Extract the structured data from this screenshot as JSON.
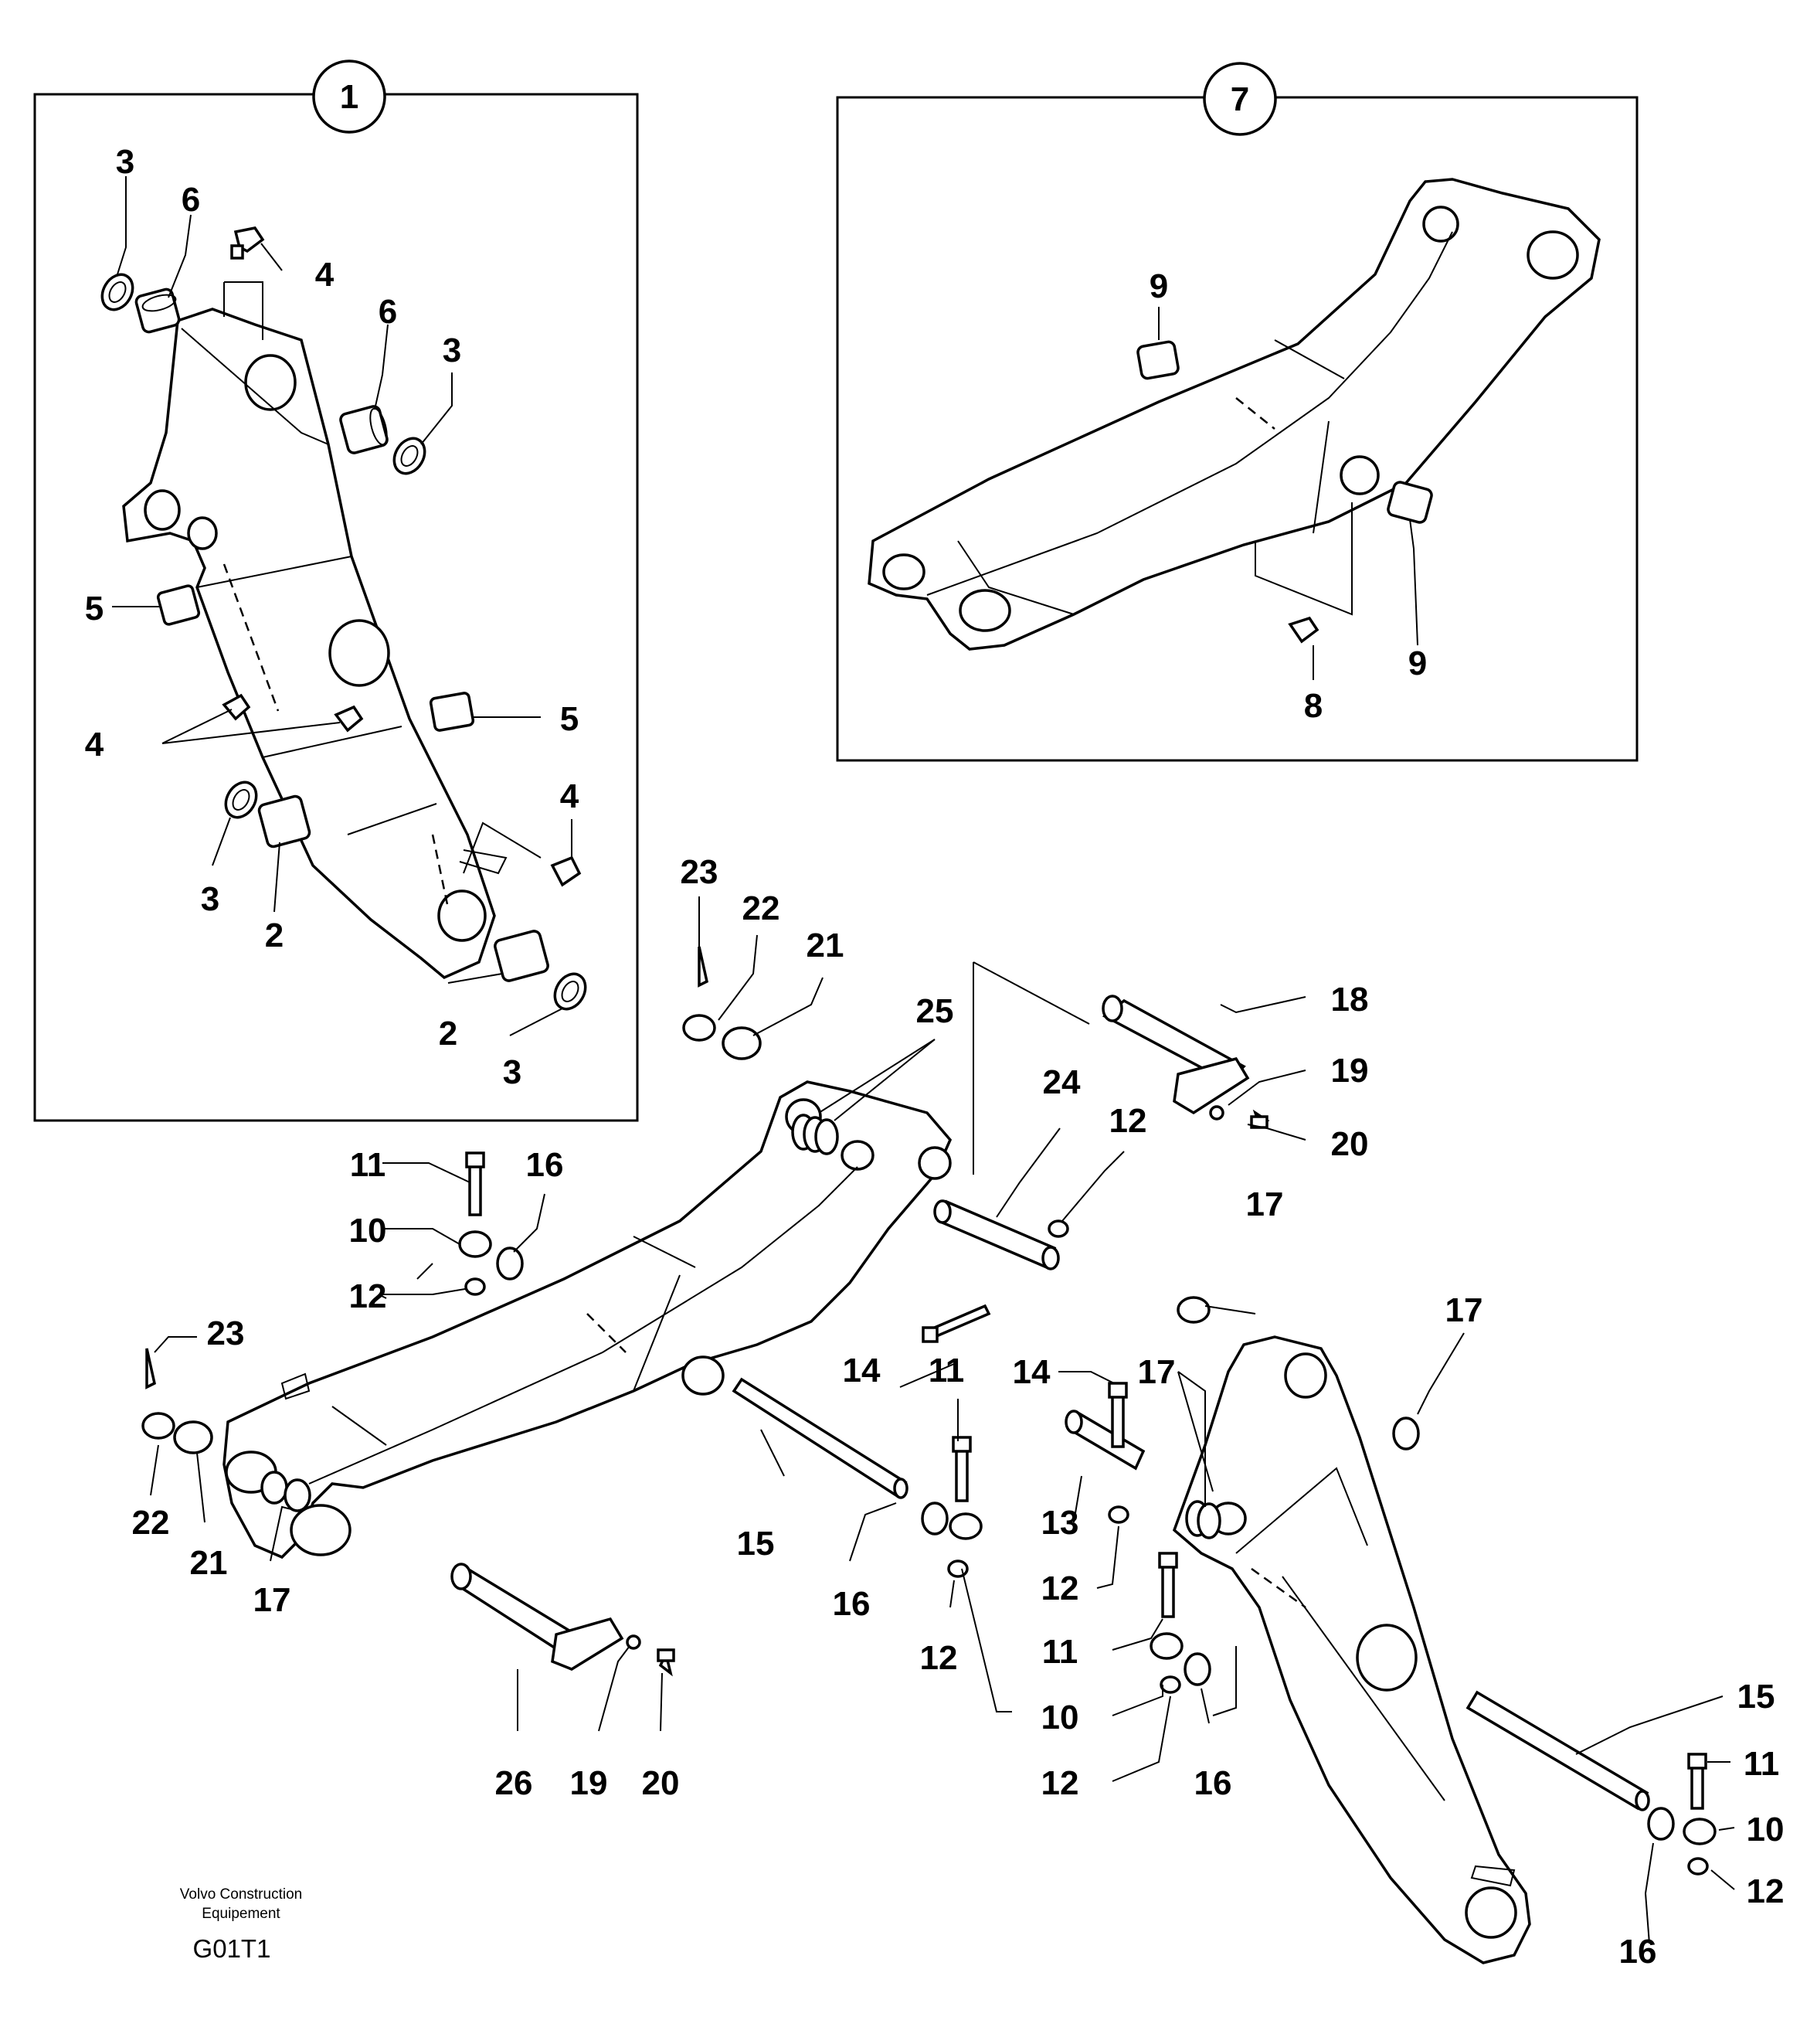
{
  "callouts": [
    "3",
    "6",
    "4",
    "6",
    "3",
    "5",
    "5",
    "4",
    "4",
    "3",
    "2",
    "2",
    "3",
    "9",
    "9",
    "8",
    "23",
    "22",
    "21",
    "25",
    "24",
    "12",
    "18",
    "19",
    "20",
    "11",
    "16",
    "10",
    "12",
    "23",
    "22",
    "21",
    "17",
    "14",
    "11",
    "15",
    "16",
    "12",
    "17",
    "17",
    "14",
    "17",
    "13",
    "12",
    "11",
    "10",
    "12",
    "16",
    "15",
    "11",
    "10",
    "12",
    "16",
    "26",
    "19",
    "20"
  ],
  "detail_boxes": [
    {
      "number": "1"
    },
    {
      "number": "7"
    }
  ],
  "footer": {
    "brand_line1": "Volvo Construction",
    "brand_line2": "Equipement",
    "code": "G01T1"
  }
}
